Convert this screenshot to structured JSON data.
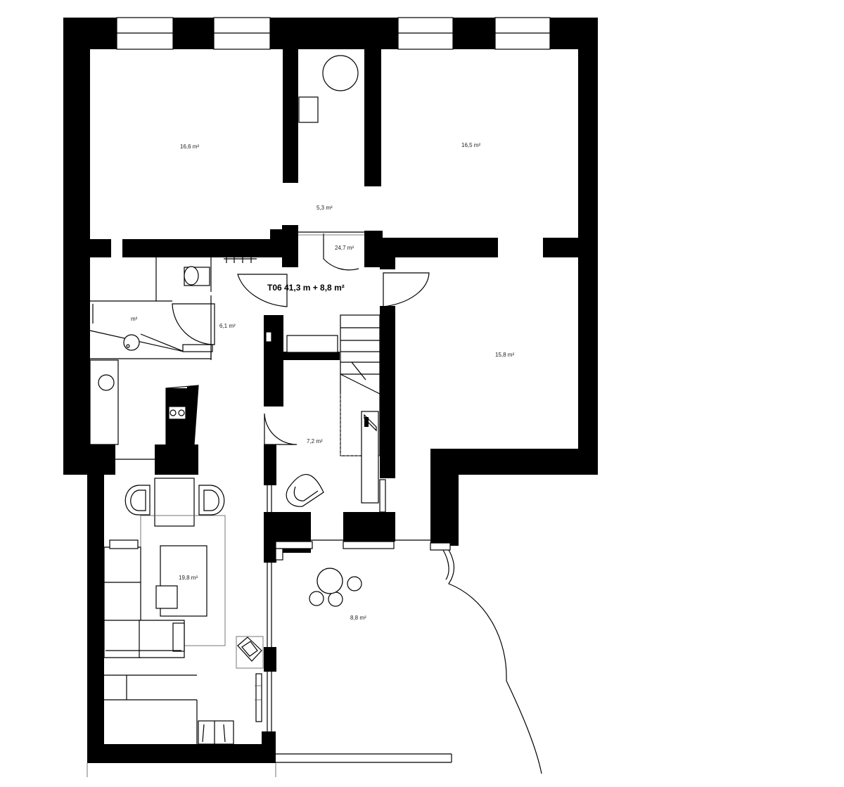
{
  "plan": {
    "title": "T06  41,3 m + 8,8 m²",
    "rooms": [
      {
        "id": "room-nw",
        "area": "16,6 m²"
      },
      {
        "id": "room-ne",
        "area": "16,5 m²"
      },
      {
        "id": "corridor-top",
        "area": "5,3 m²"
      },
      {
        "id": "room-small",
        "area": "24,7 m²"
      },
      {
        "id": "bathroom",
        "area": "m²"
      },
      {
        "id": "hall",
        "area": "6,1 m²"
      },
      {
        "id": "room-east",
        "area": "15,8 m²"
      },
      {
        "id": "kitchen-hall",
        "area": "7,2 m²"
      },
      {
        "id": "living-room",
        "area": "19,8 m²"
      },
      {
        "id": "terrace",
        "area": "8,8 m²"
      }
    ]
  }
}
